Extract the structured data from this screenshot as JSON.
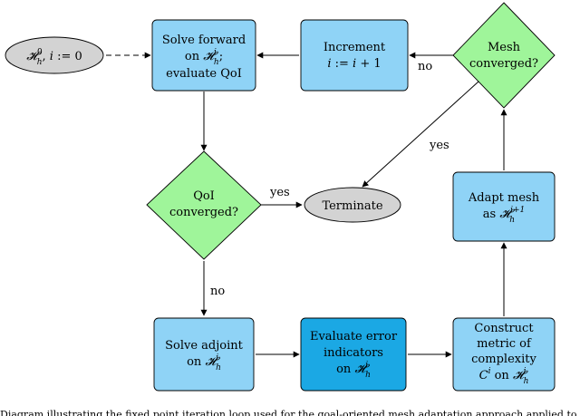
{
  "nodes": {
    "start": {
      "v": "0",
      "mid": ", ",
      "i": "i",
      "assign": " := 0"
    },
    "solve_forward": {
      "line1": "Solve forward",
      "on": "on ",
      "sup": "i",
      "semi": ";",
      "line3": "evaluate QoI"
    },
    "increment": {
      "line1": "Increment",
      "i1": "i",
      "mid": " := ",
      "i2": "i",
      "plus": " + 1"
    },
    "mesh_converged": {
      "line1": "Mesh",
      "line2": "converged?"
    },
    "qoi_converged": {
      "line1": "QoI",
      "line2": "converged?"
    },
    "terminate": {
      "label": "Terminate"
    },
    "adapt_mesh": {
      "line1": "Adapt mesh",
      "as": "as ",
      "sup": "i+1"
    },
    "solve_adjoint": {
      "line1": "Solve adjoint",
      "on": "on ",
      "sup": "i"
    },
    "error_indicators": {
      "line1": "Evaluate error",
      "line2": "indicators",
      "on": "on ",
      "sup": "i"
    },
    "construct_metric": {
      "line1": "Construct",
      "line2": "metric of",
      "line3": "complexity",
      "c": "C",
      "csup": "i",
      "on": " on ",
      "sup": "i"
    }
  },
  "symbols": {
    "mesh": "𝓗",
    "h": "h"
  },
  "edge_labels": {
    "mesh_no": "no",
    "mesh_yes": "yes",
    "qoi_yes": "yes",
    "qoi_no": "no"
  },
  "caption": "Diagram illustrating the fixed point iteration loop used for the goal-oriented mesh adaptation approach applied to steady-state problems, as described in the text."
}
